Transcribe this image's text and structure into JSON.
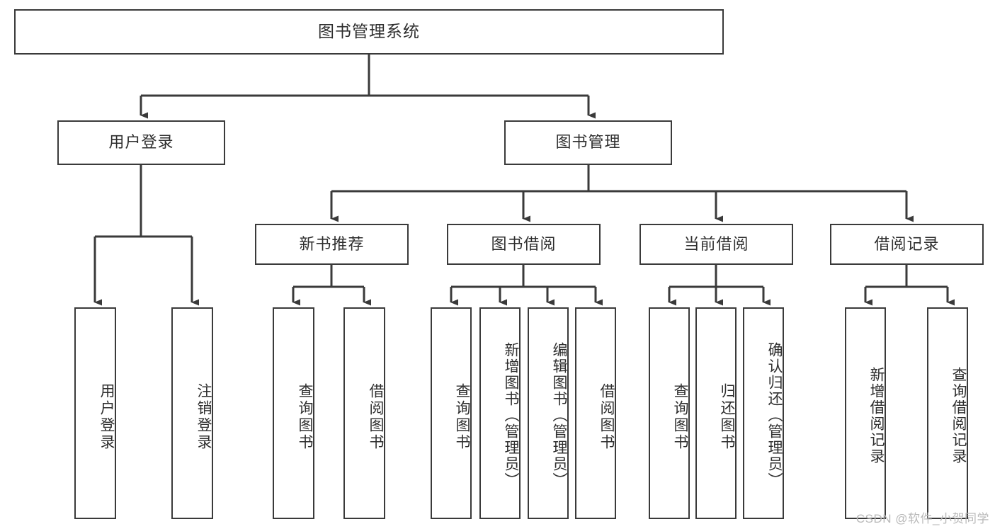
{
  "diagram": {
    "title": "图书管理系统",
    "type": "tree-hierarchy",
    "colors": {
      "box_border": "#3a3a3a",
      "box_fill": "#ffffff",
      "text": "#2e2e2e",
      "edge": "#3a3a3a",
      "watermark": "#b9b9b9",
      "background": "#ffffff"
    },
    "root": {
      "label": "图书管理系统"
    },
    "level1": [
      {
        "label": "用户登录"
      },
      {
        "label": "图书管理"
      }
    ],
    "level2": [
      {
        "label": "新书推荐"
      },
      {
        "label": "图书借阅"
      },
      {
        "label": "当前借阅"
      },
      {
        "label": "借阅记录"
      }
    ],
    "leaves": {
      "user_login": [
        {
          "label": "用户登录"
        },
        {
          "label": "注销登录"
        }
      ],
      "new_book_recommend": [
        {
          "label": "查询图书"
        },
        {
          "label": "借阅图书"
        }
      ],
      "book_borrow": [
        {
          "label": "查询图书"
        },
        {
          "label": "新增图书（管理员）"
        },
        {
          "label": "编辑图书（管理员）"
        },
        {
          "label": "借阅图书"
        }
      ],
      "current_borrow": [
        {
          "label": "查询图书"
        },
        {
          "label": "归还图书"
        },
        {
          "label": "确认归还（管理员）"
        }
      ],
      "borrow_record": [
        {
          "label": "新增借阅记录"
        },
        {
          "label": "查询借阅记录"
        }
      ]
    },
    "watermark": "CSDN @软件_小贺同学"
  }
}
